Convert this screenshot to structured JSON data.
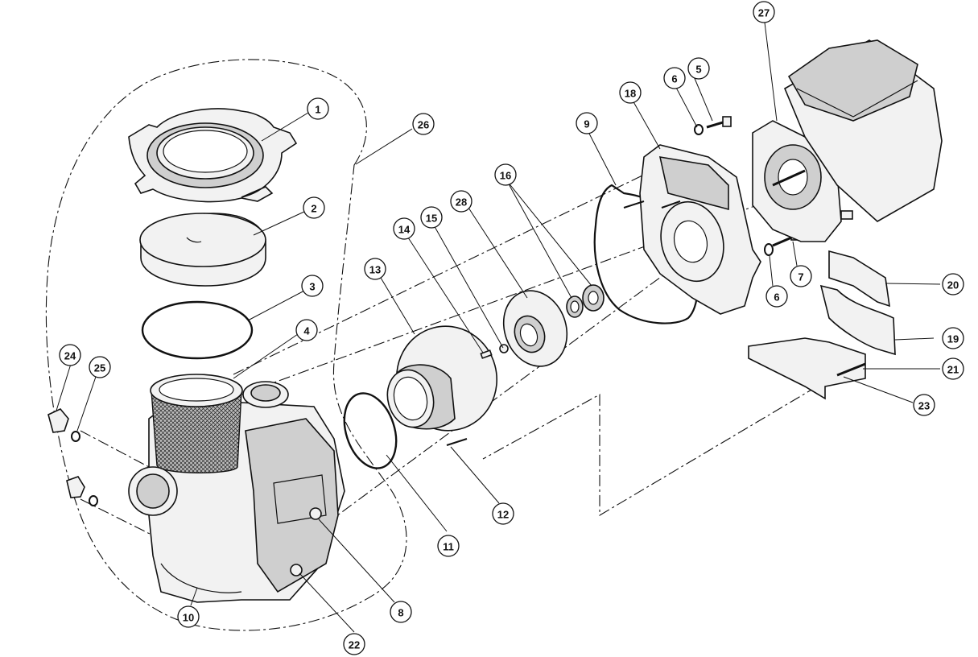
{
  "diagram": {
    "callouts": [
      {
        "id": "c1",
        "label": "1"
      },
      {
        "id": "c2",
        "label": "2"
      },
      {
        "id": "c3",
        "label": "3"
      },
      {
        "id": "c4",
        "label": "4"
      },
      {
        "id": "c5",
        "label": "5"
      },
      {
        "id": "c6a",
        "label": "6"
      },
      {
        "id": "c6b",
        "label": "6"
      },
      {
        "id": "c7",
        "label": "7"
      },
      {
        "id": "c8",
        "label": "8"
      },
      {
        "id": "c9",
        "label": "9"
      },
      {
        "id": "c10",
        "label": "10"
      },
      {
        "id": "c11",
        "label": "11"
      },
      {
        "id": "c12",
        "label": "12"
      },
      {
        "id": "c13",
        "label": "13"
      },
      {
        "id": "c14",
        "label": "14"
      },
      {
        "id": "c15",
        "label": "15"
      },
      {
        "id": "c16",
        "label": "16"
      },
      {
        "id": "c18",
        "label": "18"
      },
      {
        "id": "c19",
        "label": "19"
      },
      {
        "id": "c20",
        "label": "20"
      },
      {
        "id": "c21",
        "label": "21"
      },
      {
        "id": "c22",
        "label": "22"
      },
      {
        "id": "c23",
        "label": "23"
      },
      {
        "id": "c24",
        "label": "24"
      },
      {
        "id": "c25",
        "label": "25"
      },
      {
        "id": "c26",
        "label": "26"
      },
      {
        "id": "c27",
        "label": "27"
      },
      {
        "id": "c28",
        "label": "28"
      }
    ]
  }
}
